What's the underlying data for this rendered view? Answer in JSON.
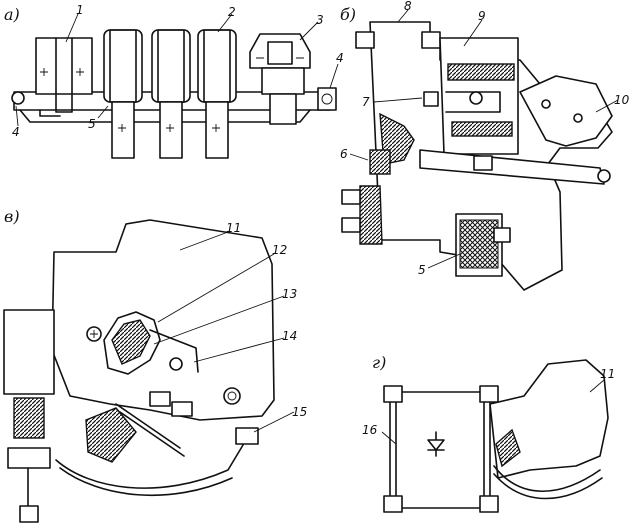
{
  "panels": {
    "a": "а)",
    "b": "б)",
    "v": "в)",
    "g": "г)"
  },
  "labels": {
    "n1": "1",
    "n2": "2",
    "n3": "3",
    "n4a": "4",
    "n4b": "4",
    "n5a": "5",
    "n6": "6",
    "n7": "7",
    "n8": "8",
    "n9": "9",
    "n10": "10",
    "n5b": "5",
    "n11a": "11",
    "n12": "12",
    "n13": "13",
    "n14": "14",
    "n15": "15",
    "n16": "16",
    "n11b": "11"
  }
}
